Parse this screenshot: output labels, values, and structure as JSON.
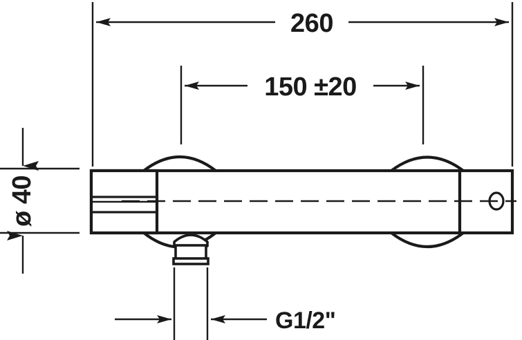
{
  "drawing": {
    "title": "Thermostatic shower mixer dimensional drawing",
    "units": "mm",
    "stroke_color": "#1a1a1a",
    "background_color": "#ffffff"
  },
  "dimensions": {
    "overall_width": {
      "label": "260",
      "name": "overall-width-dimension",
      "orientation": "horizontal"
    },
    "inlet_spacing": {
      "label": "150 ±20",
      "name": "inlet-spacing-dimension",
      "orientation": "horizontal"
    },
    "body_diameter": {
      "label": "ø 40",
      "name": "body-diameter-dimension",
      "orientation": "vertical"
    },
    "outlet_thread": {
      "label": "G1/2\"",
      "name": "outlet-thread-dimension",
      "orientation": "horizontal"
    }
  },
  "components": {
    "body": "mixer-body",
    "left_cap": "left-end-cap",
    "right_cap": "right-end-cap",
    "left_knob": "temperature-handle",
    "right_knob": "volume-handle",
    "outlet": "outlet-connector",
    "centerline": "horizontal-centerline",
    "side_hole": "right-cap-hole"
  }
}
